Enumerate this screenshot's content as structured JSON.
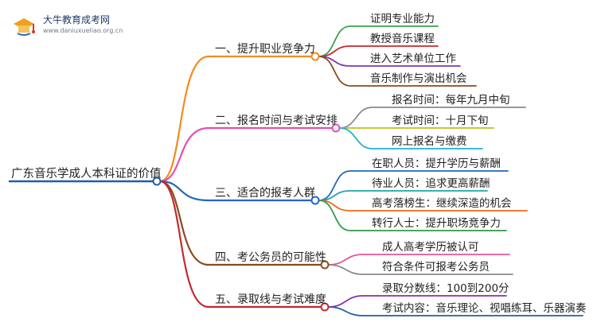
{
  "brand": {
    "name": "大牛教育成考网",
    "url": "www.daniuxueliao.org.cn"
  },
  "mindmap": {
    "root": "广东音乐学成人本科证的价值",
    "branches": [
      {
        "label": "一、提升职业竞争力",
        "color": "#f08c1e",
        "children": [
          {
            "label": "证明专业能力",
            "color": "#3aa04a"
          },
          {
            "label": "教授音乐课程",
            "color": "#c6282f"
          },
          {
            "label": "进入艺术单位工作",
            "color": "#7c3ab8"
          },
          {
            "label": "音乐制作与演出机会",
            "color": "#8a4b1f"
          }
        ]
      },
      {
        "label": "二、报名时间与考试安排",
        "color": "#e44fb0",
        "children": [
          {
            "label": "报名时间：每年九月中旬",
            "color": "#8a8a8a"
          },
          {
            "label": "考试时间：十月下旬",
            "color": "#b7c21d"
          },
          {
            "label": "网上报名与缴费",
            "color": "#1fb2cf"
          }
        ]
      },
      {
        "label": "三、适合的报考人群",
        "color": "#2467c0",
        "children": [
          {
            "label": "在职人员：提升学历与薪酬",
            "color": "#2467c0"
          },
          {
            "label": "待业人员：追求更高薪酬",
            "color": "#1fa6a6"
          },
          {
            "label": "高考落榜生：继续深造的机会",
            "color": "#ef6a1a"
          },
          {
            "label": "转行人士：提升职场竞争力",
            "color": "#2f9a45"
          }
        ]
      },
      {
        "label": "四、考公务员的可能性",
        "color": "#8a4b1f",
        "children": [
          {
            "label": "成人高考学历被认可",
            "color": "#e8559a"
          },
          {
            "label": "符合条件可报考公务员",
            "color": "#8a8a8a"
          }
        ]
      },
      {
        "label": "五、录取线与考试难度",
        "color": "#c6282f",
        "children": [
          {
            "label": "录取分数线：100到200分",
            "color": "#8c2ea8"
          },
          {
            "label": "考试内容：音乐理论、视唱练耳、乐器演奏",
            "color": "#1f5fa8"
          }
        ]
      }
    ]
  }
}
